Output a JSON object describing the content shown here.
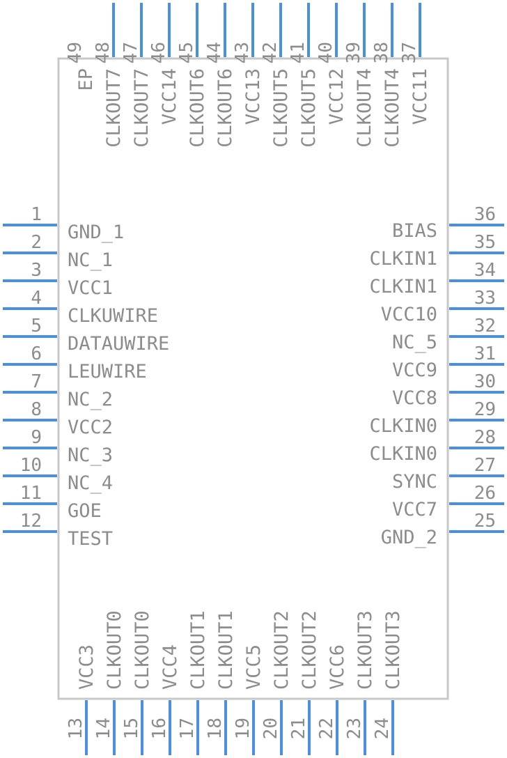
{
  "component": {
    "body_stroke_color": "#c8c8c8",
    "pin_color": "#4a90e2",
    "text_color": "#8c8c8c",
    "left_pins": [
      {
        "num": "1",
        "name": "GND_1"
      },
      {
        "num": "2",
        "name": "NC_1"
      },
      {
        "num": "3",
        "name": "VCC1"
      },
      {
        "num": "4",
        "name": "CLKUWIRE"
      },
      {
        "num": "5",
        "name": "DATAUWIRE"
      },
      {
        "num": "6",
        "name": "LEUWIRE"
      },
      {
        "num": "7",
        "name": "NC_2"
      },
      {
        "num": "8",
        "name": "VCC2"
      },
      {
        "num": "9",
        "name": "NC_3"
      },
      {
        "num": "10",
        "name": "NC_4"
      },
      {
        "num": "11",
        "name": "GOE"
      },
      {
        "num": "12",
        "name": "TEST"
      }
    ],
    "bottom_pins": [
      {
        "num": "13",
        "name": "VCC3"
      },
      {
        "num": "14",
        "name": "CLKOUT0"
      },
      {
        "num": "15",
        "name": "CLKOUT0"
      },
      {
        "num": "16",
        "name": "VCC4"
      },
      {
        "num": "17",
        "name": "CLKOUT1"
      },
      {
        "num": "18",
        "name": "CLKOUT1"
      },
      {
        "num": "19",
        "name": "VCC5"
      },
      {
        "num": "20",
        "name": "CLKOUT2"
      },
      {
        "num": "21",
        "name": "CLKOUT2"
      },
      {
        "num": "22",
        "name": "VCC6"
      },
      {
        "num": "23",
        "name": "CLKOUT3"
      },
      {
        "num": "24",
        "name": "CLKOUT3"
      }
    ],
    "right_pins": [
      {
        "num": "25",
        "name": "GND_2"
      },
      {
        "num": "26",
        "name": "VCC7"
      },
      {
        "num": "27",
        "name": "SYNC"
      },
      {
        "num": "28",
        "name": "CLKIN0"
      },
      {
        "num": "29",
        "name": "CLKIN0"
      },
      {
        "num": "30",
        "name": "VCC8"
      },
      {
        "num": "31",
        "name": "VCC9"
      },
      {
        "num": "32",
        "name": "NC_5"
      },
      {
        "num": "33",
        "name": "VCC10"
      },
      {
        "num": "34",
        "name": "CLKIN1"
      },
      {
        "num": "35",
        "name": "CLKIN1"
      },
      {
        "num": "36",
        "name": "BIAS"
      }
    ],
    "top_pins": [
      {
        "num": "37",
        "name": "VCC11"
      },
      {
        "num": "38",
        "name": "CLKOUT4"
      },
      {
        "num": "39",
        "name": "CLKOUT4"
      },
      {
        "num": "40",
        "name": "VCC12"
      },
      {
        "num": "41",
        "name": "CLKOUT5"
      },
      {
        "num": "42",
        "name": "CLKOUT5"
      },
      {
        "num": "43",
        "name": "VCC13"
      },
      {
        "num": "44",
        "name": "CLKOUT6"
      },
      {
        "num": "45",
        "name": "CLKOUT6"
      },
      {
        "num": "46",
        "name": "VCC14"
      },
      {
        "num": "47",
        "name": "CLKOUT7"
      },
      {
        "num": "48",
        "name": "CLKOUT7"
      },
      {
        "num": "49",
        "name": "EP"
      }
    ]
  }
}
